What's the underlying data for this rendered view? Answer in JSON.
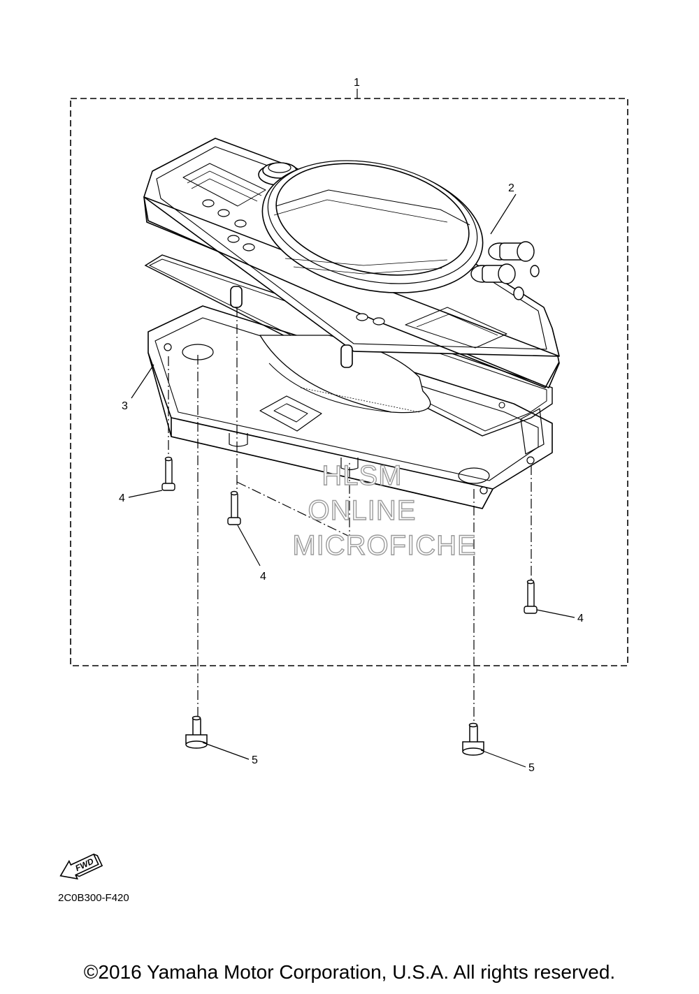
{
  "labels": {
    "assembly": "1",
    "meter_unit": "2",
    "case": "3",
    "screw": "4",
    "bolt": "5"
  },
  "fwd_text": "FWD",
  "drawing_code": "2C0B300-F420",
  "watermark": [
    "HLSM",
    "ONLINE",
    "MICROFICHE"
  ],
  "copyright": "©2016 Yamaha Motor Corporation, U.S.A. All rights reserved."
}
